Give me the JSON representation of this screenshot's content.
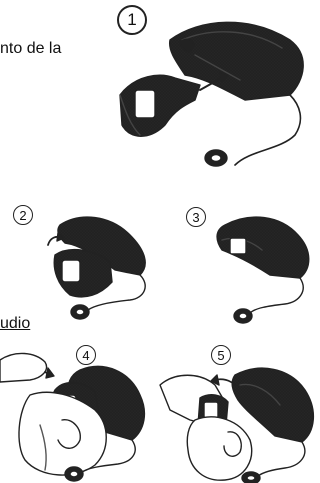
{
  "text_fragments": {
    "top": "nto de la",
    "bottom": "udio"
  },
  "steps": [
    "1",
    "2",
    "3",
    "4",
    "5"
  ]
}
